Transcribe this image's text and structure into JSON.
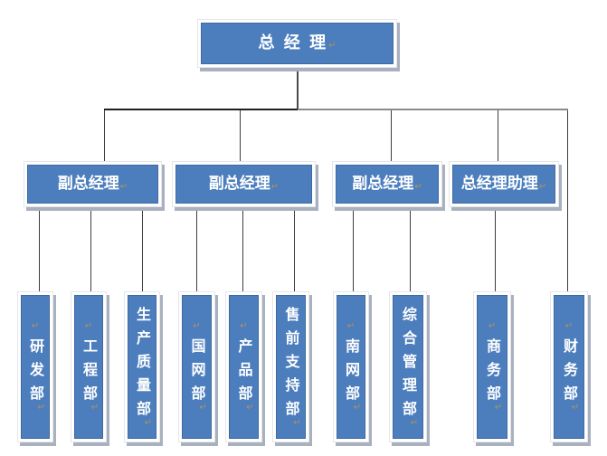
{
  "diagram": {
    "type": "org-chart",
    "colors": {
      "box_fill": "#4c7ebd",
      "box_frame": "#ffffff",
      "box_shadow": "#a9b0bf",
      "text": "#ffffff",
      "connector": "#3d3d3d",
      "paragraph_mark": "#b39059"
    }
  },
  "marks": {
    "return_mark": "↵"
  },
  "org": {
    "root": {
      "label": "总 经 理"
    },
    "managers": [
      {
        "label": "副总经理",
        "departments": [
          {
            "label": "研发部"
          },
          {
            "label": "工程部"
          },
          {
            "label": "生产质量部"
          }
        ]
      },
      {
        "label": "副总经理",
        "departments": [
          {
            "label": "国网部"
          },
          {
            "label": "产品部"
          },
          {
            "label": "售前支持部"
          }
        ]
      },
      {
        "label": "副总经理",
        "departments": [
          {
            "label": "南网部"
          },
          {
            "label": "综合管理部"
          }
        ]
      },
      {
        "label": "总经理助理",
        "departments": [
          {
            "label": "商务部"
          }
        ]
      }
    ],
    "root_departments": [
      {
        "label": "财务部"
      }
    ]
  }
}
